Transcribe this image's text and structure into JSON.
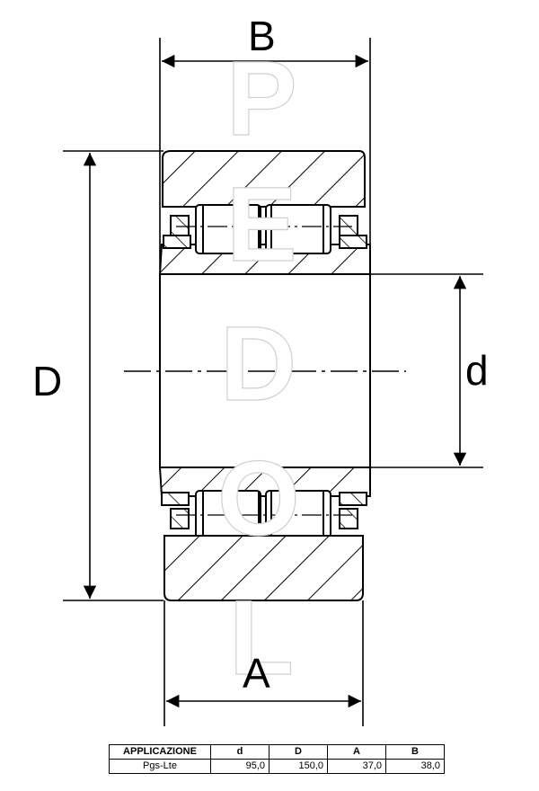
{
  "drawing": {
    "labels": {
      "B": "B",
      "D": "D",
      "d": "d",
      "A": "A"
    },
    "watermark": [
      "P",
      "E",
      "D",
      "O",
      "L"
    ]
  },
  "table": {
    "headers": [
      "APPLICAZIONE",
      "d",
      "D",
      "A",
      "B"
    ],
    "row": [
      "Pgs-Lte",
      "95,0",
      "150,0",
      "37,0",
      "38,0"
    ]
  },
  "colors": {
    "line": "#000000",
    "background": "#ffffff",
    "watermark_shadow": "#d0d0d0"
  }
}
